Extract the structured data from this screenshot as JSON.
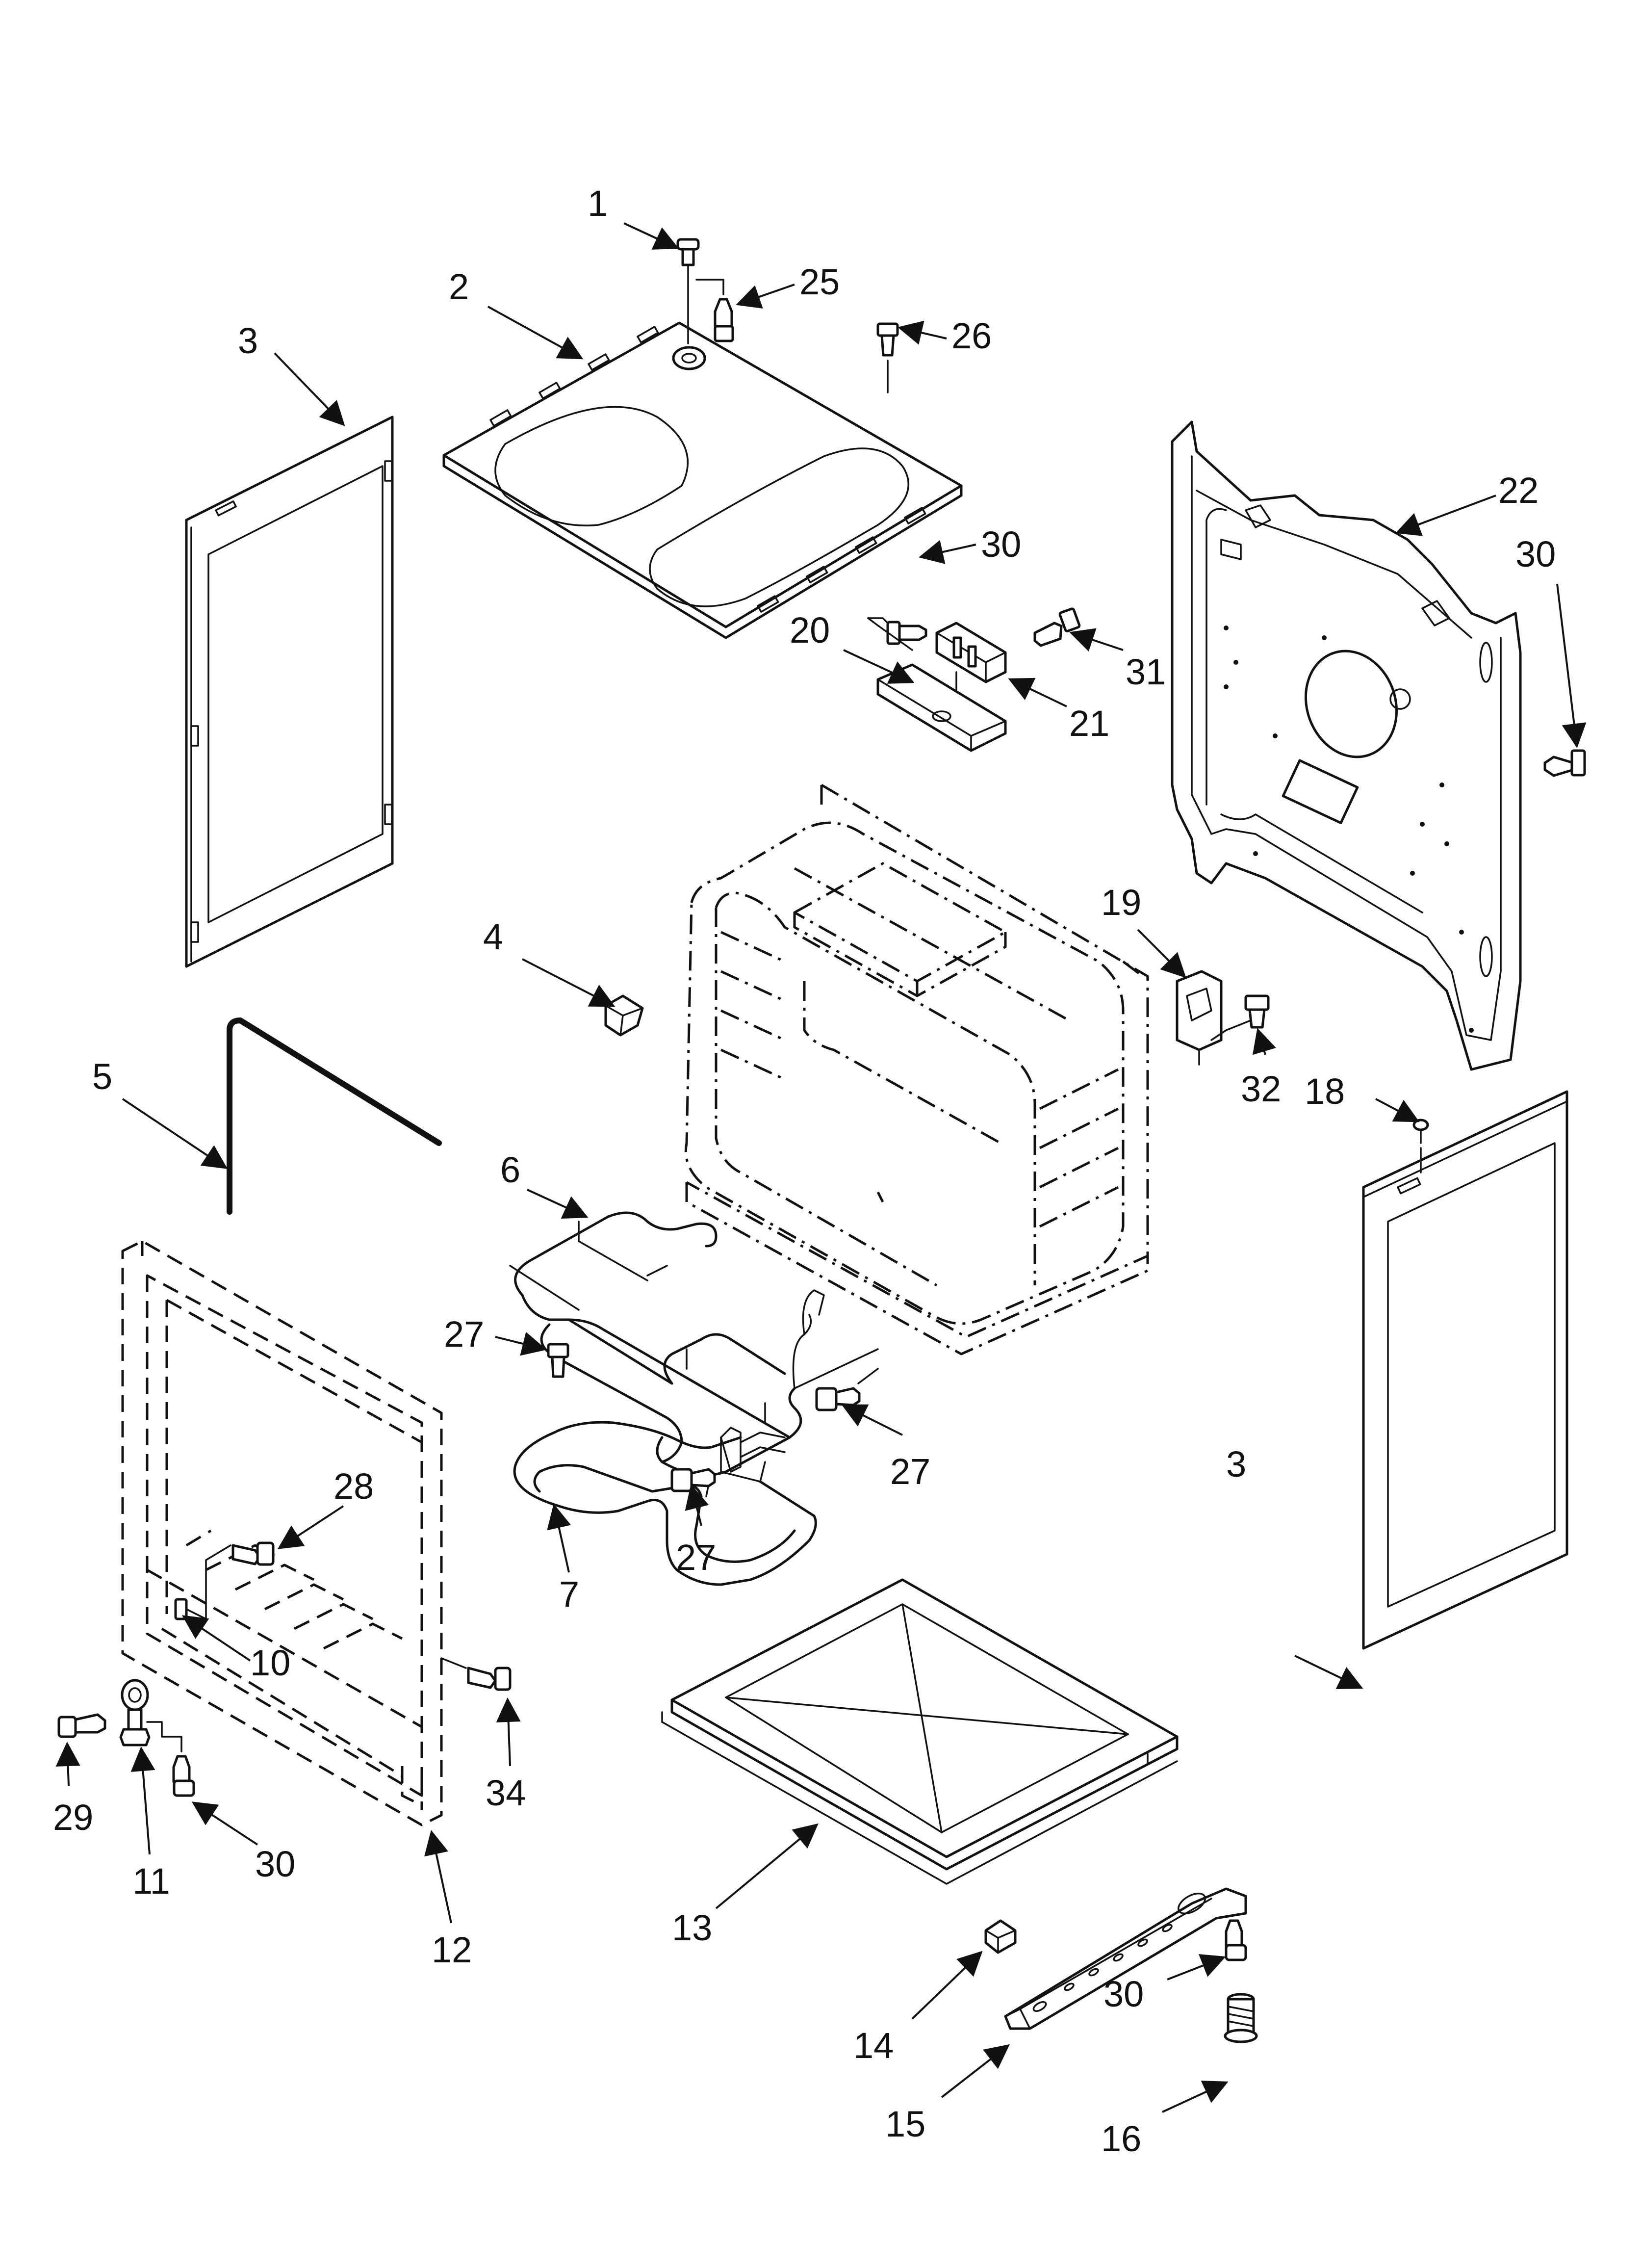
{
  "callouts": [
    {
      "id": "c1",
      "text": "1"
    },
    {
      "id": "c2",
      "text": "2"
    },
    {
      "id": "c3a",
      "text": "3"
    },
    {
      "id": "c3b",
      "text": "3"
    },
    {
      "id": "c4",
      "text": "4"
    },
    {
      "id": "c5",
      "text": "5"
    },
    {
      "id": "c6",
      "text": "6"
    },
    {
      "id": "c7",
      "text": "7"
    },
    {
      "id": "c10",
      "text": "10"
    },
    {
      "id": "c11",
      "text": "11"
    },
    {
      "id": "c12",
      "text": "12"
    },
    {
      "id": "c13",
      "text": "13"
    },
    {
      "id": "c14",
      "text": "14"
    },
    {
      "id": "c15",
      "text": "15"
    },
    {
      "id": "c16",
      "text": "16"
    },
    {
      "id": "c18",
      "text": "18"
    },
    {
      "id": "c19",
      "text": "19"
    },
    {
      "id": "c20",
      "text": "20"
    },
    {
      "id": "c21",
      "text": "21"
    },
    {
      "id": "c22",
      "text": "22"
    },
    {
      "id": "c25",
      "text": "25"
    },
    {
      "id": "c26",
      "text": "26"
    },
    {
      "id": "c27a",
      "text": "27"
    },
    {
      "id": "c27b",
      "text": "27"
    },
    {
      "id": "c27c",
      "text": "27"
    },
    {
      "id": "c28",
      "text": "28"
    },
    {
      "id": "c29",
      "text": "29"
    },
    {
      "id": "c30a",
      "text": "30"
    },
    {
      "id": "c30b",
      "text": "30"
    },
    {
      "id": "c30c",
      "text": "30"
    },
    {
      "id": "c30d",
      "text": "30"
    },
    {
      "id": "c31",
      "text": "31"
    },
    {
      "id": "c32",
      "text": "32"
    },
    {
      "id": "c34",
      "text": "34"
    }
  ]
}
